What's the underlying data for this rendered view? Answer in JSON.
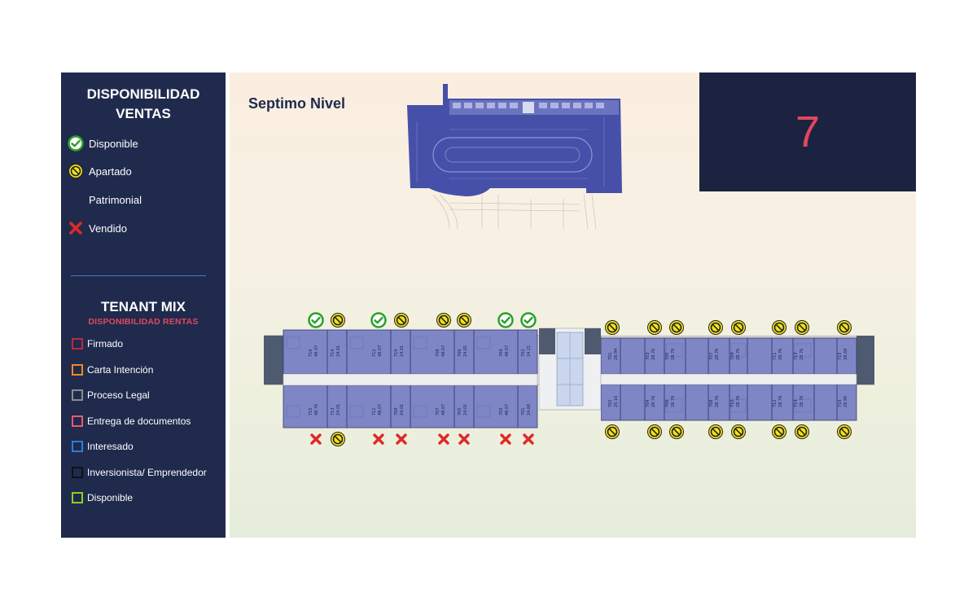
{
  "sidebar": {
    "sales_title_line1": "DISPONIBILIDAD",
    "sales_title_line2": "VENTAS",
    "sales_legend": [
      {
        "label": "Disponible",
        "icon": "check-circle-icon"
      },
      {
        "label": "Apartado",
        "icon": "reserved-circle-icon"
      },
      {
        "label": "Patrimonial",
        "icon": ""
      },
      {
        "label": "Vendido",
        "icon": "x-mark-icon"
      }
    ],
    "tenant_title": "TENANT MIX",
    "tenant_subtitle": "DISPONIBILIDAD RENTAS",
    "tenant_legend": [
      {
        "label": "Firmado",
        "color": "#c0283a"
      },
      {
        "label": "Carta Intención",
        "color": "#ef8a1e"
      },
      {
        "label": "Proceso Legal",
        "color": "#8c8c8c"
      },
      {
        "label": "Entrega de documentos",
        "color": "#e85a6e"
      },
      {
        "label": "Interesado",
        "color": "#2a7fd8"
      },
      {
        "label": "Inversionista/ Emprendedor",
        "color": "#111111"
      },
      {
        "label": "Disponible",
        "color": "#8cd21e"
      }
    ]
  },
  "main": {
    "title": "Septimo Nivel",
    "level": "7"
  },
  "colors": {
    "sidebar_bg": "#1f2a4d",
    "accent_red": "#e0475f",
    "available_green": "#2aa02a",
    "reserved_yellow": "#f2e21a",
    "sold_red": "#e02828",
    "unit_fill": "#7e86c6"
  },
  "units": {
    "left_top": [
      {
        "num": "716",
        "area": "48.47",
        "status": "available"
      },
      {
        "num": "714",
        "area": "24.01",
        "status": "reserved"
      },
      {
        "num": "712",
        "area": "48.07",
        "status": "available"
      },
      {
        "num": "710",
        "area": "24.01",
        "status": "reserved"
      },
      {
        "num": "708",
        "area": "48.07",
        "status": "reserved"
      },
      {
        "num": "706",
        "area": "24.01",
        "status": "reserved"
      },
      {
        "num": "704",
        "area": "48.07",
        "status": "available"
      },
      {
        "num": "702",
        "area": "24.21",
        "status": "available"
      }
    ],
    "left_bottom": [
      {
        "num": "715",
        "area": "48.76",
        "status": "sold"
      },
      {
        "num": "713",
        "area": "24.01",
        "status": "reserved"
      },
      {
        "num": "711",
        "area": "48.07",
        "status": "sold"
      },
      {
        "num": "709",
        "area": "24.01",
        "status": "sold"
      },
      {
        "num": "707",
        "area": "48.07",
        "status": "sold"
      },
      {
        "num": "705",
        "area": "24.01",
        "status": "sold"
      },
      {
        "num": "703",
        "area": "48.07",
        "status": "sold"
      },
      {
        "num": "701",
        "area": "24.68",
        "status": "sold"
      }
    ],
    "right_top": [
      {
        "num": "701",
        "area": "28.94",
        "status": "reserved"
      },
      {
        "num": "703",
        "area": "28.76",
        "status": "reserved"
      },
      {
        "num": "705",
        "area": "28.76",
        "status": "reserved"
      },
      {
        "num": "707",
        "area": "28.76",
        "status": "reserved"
      },
      {
        "num": "709",
        "area": "28.76",
        "status": "reserved"
      },
      {
        "num": "711",
        "area": "28.76",
        "status": "reserved"
      },
      {
        "num": "713",
        "area": "28.76",
        "status": "reserved"
      },
      {
        "num": "715",
        "area": "28.69",
        "status": "reserved"
      }
    ],
    "right_bottom": [
      {
        "num": "702",
        "area": "25.16",
        "status": "reserved"
      },
      {
        "num": "704",
        "area": "28.76",
        "status": "reserved"
      },
      {
        "num": "706",
        "area": "28.76",
        "status": "reserved"
      },
      {
        "num": "708",
        "area": "28.76",
        "status": "reserved"
      },
      {
        "num": "710",
        "area": "28.76",
        "status": "reserved"
      },
      {
        "num": "712",
        "area": "28.76",
        "status": "reserved"
      },
      {
        "num": "714",
        "area": "28.76",
        "status": "reserved"
      },
      {
        "num": "716",
        "area": "28.95",
        "status": "reserved"
      }
    ]
  }
}
